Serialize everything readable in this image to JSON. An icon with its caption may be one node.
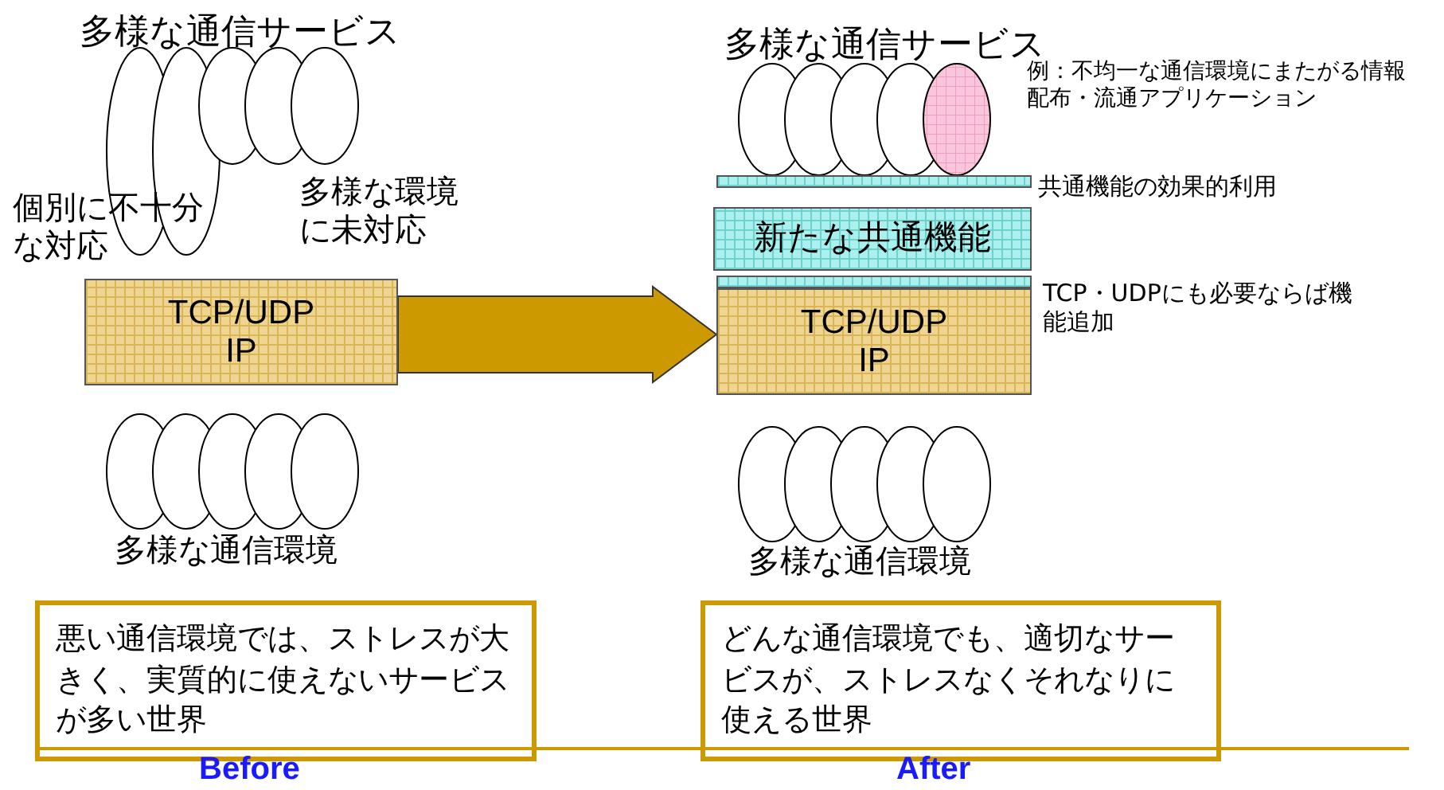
{
  "diagram": {
    "nodes": [
      {
        "text": [
          "TCP/UDP",
          "IP"
        ]
      },
      {
        "text": [],
        "shape": "bar"
      },
      {
        "text": [
          "新たな共通機能"
        ]
      },
      {
        "text": [],
        "shape": "bar"
      },
      {
        "text": [
          "TCP/UDP",
          "IP"
        ]
      },
      {
        "text": [
          "悪い通信環境では、ストレスが大きく、実質的に使えないサービスが多い世界"
        ]
      },
      {
        "text": [
          "どんな通信環境でも、適切なサービスが、ストレスなくそれなりに使える世界"
        ]
      }
    ],
    "edges": [
      {
        "from": 0,
        "to": 4,
        "arrow": "to"
      }
    ],
    "labels": [
      "多様な通信サービス",
      "個別に不十分な対応",
      "多様な環境に未対応",
      "多様な通信環境",
      "多様な通信サービス",
      "例：不均一な通信環境にまたがる情報配布・流通アプリケーション",
      "共通機能の効果的利用",
      "TCP・UDPにも必要ならば機能追加",
      "多様な通信環境",
      "Before",
      "After"
    ]
  }
}
